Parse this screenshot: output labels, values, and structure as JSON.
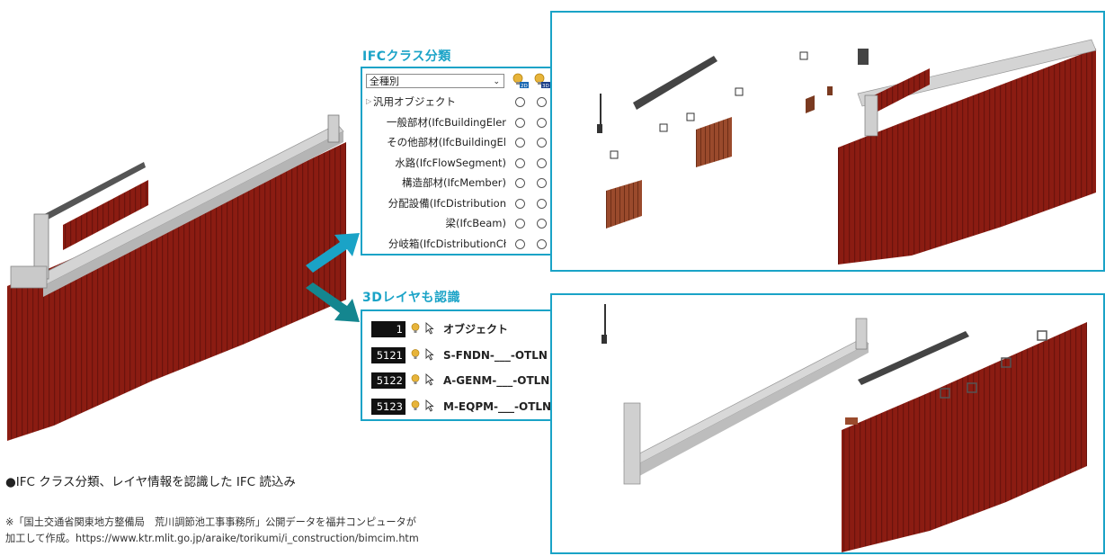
{
  "ifc_heading": "IFCクラス分類",
  "layer_heading": "3Dレイヤも認識",
  "ifc_panel": {
    "select_value": "全種別",
    "rows": [
      {
        "label": "汎用オブジェクト",
        "expandable": true
      },
      {
        "label": "一般部材(IfcBuildingEler",
        "expandable": false
      },
      {
        "label": "その他部材(IfcBuildingEl",
        "expandable": false
      },
      {
        "label": "水路(IfcFlowSegment)",
        "expandable": false
      },
      {
        "label": "構造部材(IfcMember)",
        "expandable": false
      },
      {
        "label": "分配設備(IfcDistribution",
        "expandable": false
      },
      {
        "label": "梁(IfcBeam)",
        "expandable": false
      },
      {
        "label": "分岐箱(IfcDistributionCł",
        "expandable": false
      }
    ],
    "header_icons": [
      "lightbulb-2d-icon",
      "lightbulb-3d-icon",
      "cursor-icon"
    ],
    "header_icon_badges": [
      "2D",
      "3D"
    ]
  },
  "layer_panel": {
    "rows": [
      {
        "number": "1",
        "name": "オブジェクト"
      },
      {
        "number": "5121",
        "name": "S-FNDN-___-OTLN"
      },
      {
        "number": "5122",
        "name": "A-GENM-___-OTLN"
      },
      {
        "number": "5123",
        "name": "M-EQPM-___-OTLN"
      }
    ]
  },
  "caption": "●IFC クラス分類、レイヤ情報を認識した IFC 読込み",
  "note_line1": "※「国土交通省関東地方整備局　荒川調節池工事事務所」公開データを福井コンピュータが",
  "note_line2": "加工して作成。https://www.ktr.mlit.go.jp/araike/torikumi/i_construction/bimcim.htm",
  "colors": {
    "accent": "#1aa3c7",
    "wall": "#8b1c12",
    "beam": "#c8c8c8"
  }
}
